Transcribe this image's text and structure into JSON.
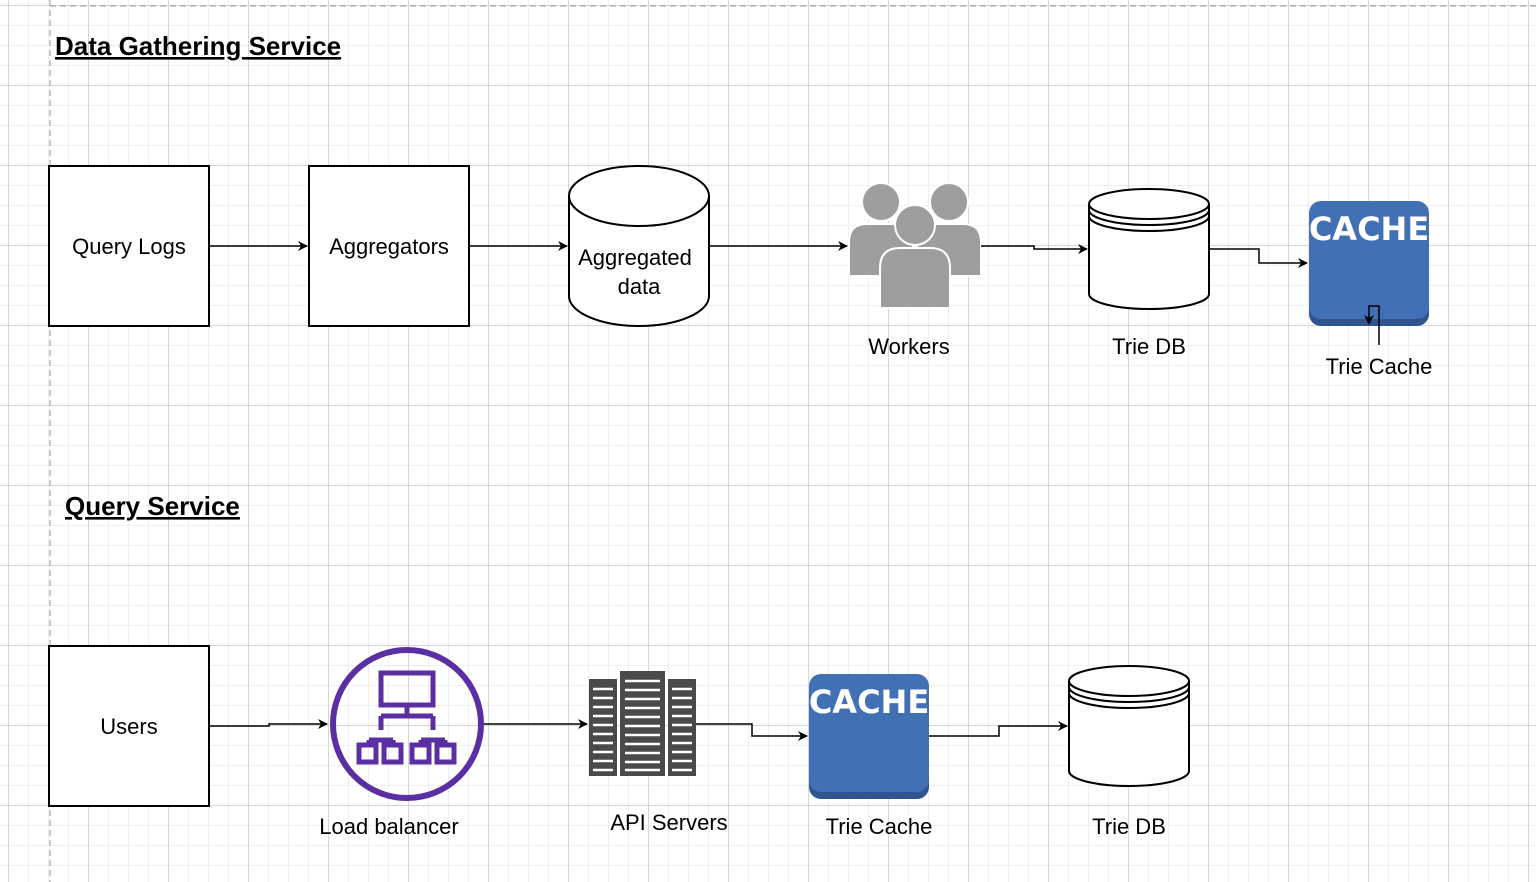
{
  "sections": {
    "gathering": {
      "title": "Data Gathering Service"
    },
    "query": {
      "title": "Query Service"
    }
  },
  "gathering": {
    "query_logs": "Query Logs",
    "aggregators": "Aggregators",
    "aggregated_data_line1": "Aggregated",
    "aggregated_data_line2": "data",
    "workers": "Workers",
    "trie_db": "Trie DB",
    "cache_badge": "CACHE",
    "trie_cache": "Trie Cache"
  },
  "query": {
    "users": "Users",
    "load_balancer": "Load balancer",
    "api_servers": "API Servers",
    "cache_badge": "CACHE",
    "trie_cache": "Trie Cache",
    "trie_db": "Trie DB"
  },
  "colors": {
    "cache_blue": "#4170b5",
    "cache_blue_dark": "#2f5490",
    "load_balancer_purple": "#5a2fa3",
    "worker_gray": "#9e9e9e",
    "server_gray": "#4a4a4a"
  }
}
